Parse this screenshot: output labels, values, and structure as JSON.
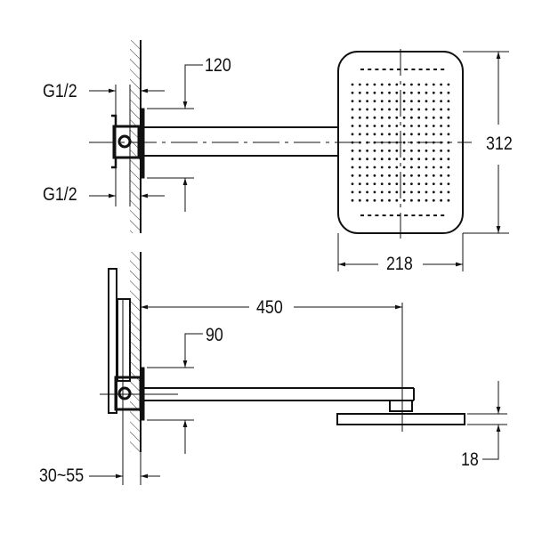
{
  "dimensions": {
    "top_view": {
      "inlet_top": "G1/2",
      "inlet_bottom": "G1/2",
      "flange": "120",
      "head_height": "312",
      "head_width": "218"
    },
    "side_view": {
      "arm_length": "450",
      "flange": "90",
      "head_thickness": "18",
      "wall_depth": "30~55"
    }
  },
  "colors": {
    "line": "#111111",
    "background": "#ffffff"
  }
}
